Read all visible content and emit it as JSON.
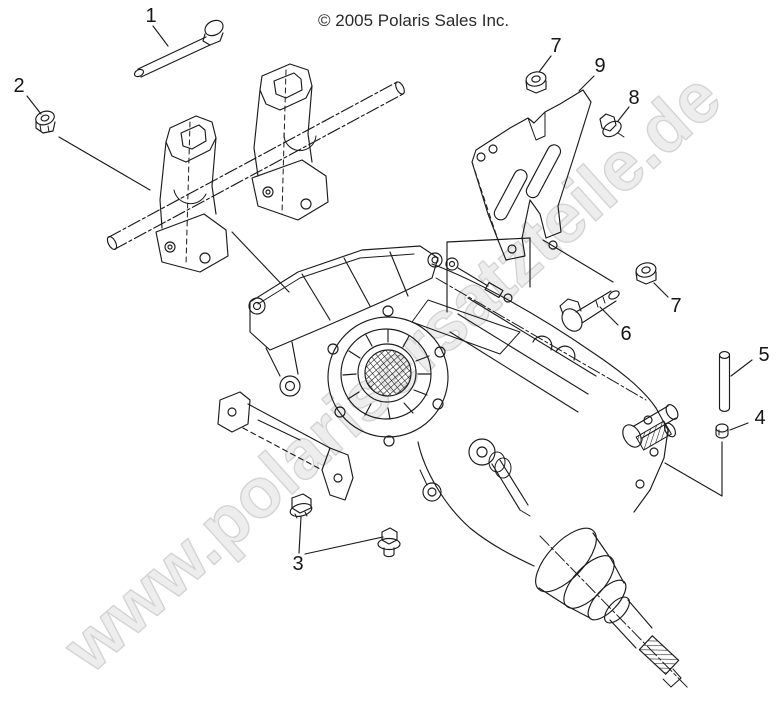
{
  "header": {
    "copyright": "© 2005 Polaris Sales Inc."
  },
  "watermark": {
    "text": "www.polarisersatzteile.de"
  },
  "colors": {
    "background": "#ffffff",
    "line_art": "#1b1b1b",
    "watermark_fill": "#ededed",
    "watermark_outline": "#d4d4d4",
    "text": "#2a2a2a"
  },
  "callouts": [
    {
      "label": "1",
      "part": "long-hex-bolt"
    },
    {
      "label": "2",
      "part": "hex-lock-nut"
    },
    {
      "label": "3",
      "part": "flange-screws-pair"
    },
    {
      "label": "4",
      "part": "push-nut"
    },
    {
      "label": "5",
      "part": "spacer-rod"
    },
    {
      "label": "6",
      "part": "hex-flange-bolt"
    },
    {
      "label": "7",
      "part": "hex-flange-nut-upper"
    },
    {
      "label": "7",
      "part": "hex-flange-nut-lower"
    },
    {
      "label": "8",
      "part": "hex-flange-screw"
    },
    {
      "label": "9",
      "part": "mount-bracket-plate"
    }
  ]
}
